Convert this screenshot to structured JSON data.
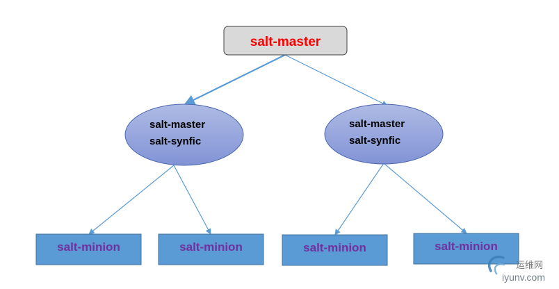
{
  "master": {
    "label": "salt-master"
  },
  "syndics": [
    {
      "line1": "salt-master",
      "line2": "salt-synfic"
    },
    {
      "line1": "salt-master",
      "line2": "salt-synfic"
    }
  ],
  "minions": [
    {
      "label": "salt-minion"
    },
    {
      "label": "salt-minion"
    },
    {
      "label": "salt-minion"
    },
    {
      "label": "salt-minion"
    }
  ],
  "watermark": {
    "cn": "运维网",
    "en": "iyunv.com"
  },
  "colors": {
    "master_fill": "#d9d9d9",
    "master_text": "#ff0000",
    "syndic_fill_top": "#aebbe4",
    "syndic_fill_bottom": "#8293d6",
    "minion_fill": "#5b9bd5",
    "minion_text": "#7030a0",
    "connector": "#5b9bd5"
  }
}
